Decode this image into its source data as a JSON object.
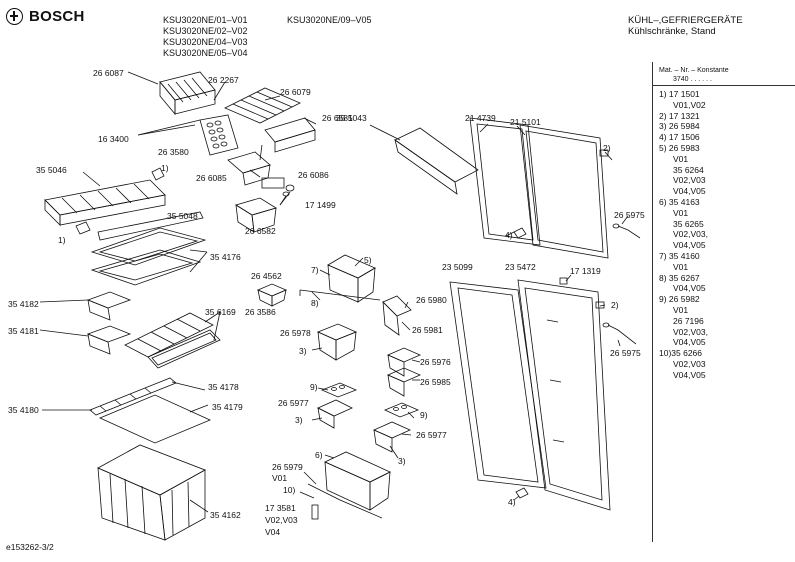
{
  "brand": "BOSCH",
  "models_left": [
    "KSU3020NE/01–V01",
    "KSU3020NE/02–V02",
    "KSU3020NE/04–V03",
    "KSU3020NE/05–V04"
  ],
  "model_right": "KSU3020NE/09–V05",
  "category_1": "KÜHL–,GEFRIERGERÄTE",
  "category_2": "Kühlschränke, Stand",
  "side_header_1": "Mat. – Nr. – Konstante",
  "side_header_2": "3740  .  .  .  .  .  .",
  "side_list": [
    "1) 17 1501",
    "V01,V02",
    "2) 17 1321",
    "3) 26 5984",
    "4) 17 1506",
    "5) 26 5983",
    "V01",
    "35 6264",
    "V02,V03",
    "V04,V05",
    "6) 35 4163",
    "V01",
    "35 6265",
    "V02,V03,",
    "V04,V05",
    "7) 35 4160",
    "V01",
    "8) 35 6267",
    "V04,V05",
    "9) 26 5982",
    "V01",
    "26 7196",
    "V02,V03,",
    "V04,V05",
    "10)35 6266",
    "V02,V03",
    "V04,V05"
  ],
  "footer": "e153262-3/2",
  "labels": {
    "l1": "26 6087",
    "l2": "26 2267",
    "l3": "26 6079",
    "l4": "16 3400",
    "l5": "26 6581",
    "l6": "26 3580",
    "l7": "35 5046",
    "l8": "1)",
    "l9": "26 6085",
    "l10": "26 6086",
    "l11": "1)",
    "l12": "35 5048",
    "l13": "17 1499",
    "l14": "26 6582",
    "l15": "35 4176",
    "l16": "35 4182",
    "l17": "26 4562",
    "l18": "35 4181",
    "l19": "26 3586",
    "l20": "35 6169",
    "l21": "35 4178",
    "l22": "35 4180",
    "l23": "35 4179",
    "l24": "35 4162",
    "l25": "35 5043",
    "l26": "21 4739",
    "l27": "21 5101",
    "l28": "2)",
    "l29": "26 5975",
    "l30": "4)",
    "l31": "5)",
    "l32": "7)",
    "l33": "8)",
    "l34": "26 5980",
    "l35": "26 5981",
    "l36": "26 5978",
    "l37": "3)",
    "l38": "26 5976",
    "l39": "26 5985",
    "l40": "9)",
    "l41": "26 5977",
    "l42": "3)",
    "l43": "9)",
    "l44": "26 5977",
    "l45": "3)",
    "l46": "6)",
    "l47": "26 5979",
    "l48": "V01",
    "l49": "10)",
    "l50": "17 3581",
    "l51": "V02,V03",
    "l52": "V04",
    "l53": "23 5099",
    "l54": "23 5472",
    "l55": "17 1319",
    "l56": "2)",
    "l57": "26 5975",
    "l58": "4)"
  }
}
